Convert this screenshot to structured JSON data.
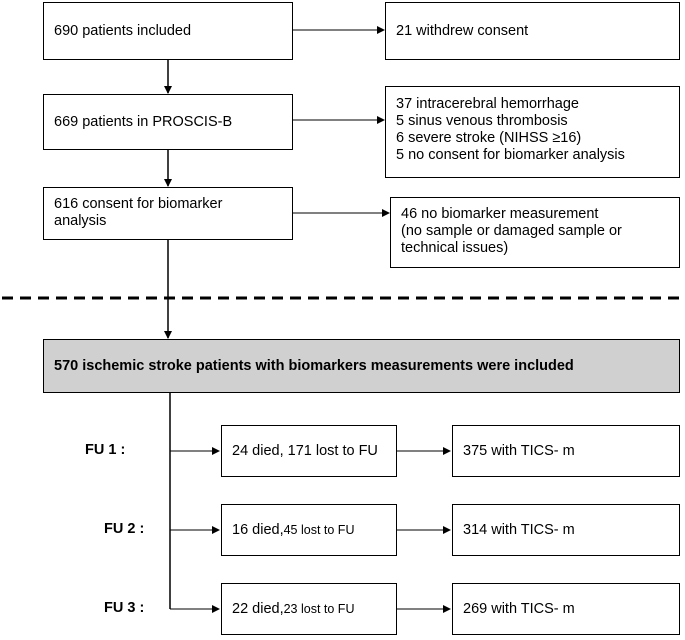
{
  "top_section": {
    "included": "690 patients included",
    "withdrew": "21 withdrew consent",
    "proscis": "669 patients in PROSCIS-B",
    "exclusions": [
      "37 intracerebral hemorrhage",
      "5 sinus venous thrombosis",
      "6 severe stroke (NIHSS ≥16)",
      "5 no consent for biomarker analysis"
    ],
    "consent_lines": [
      "616 consent for biomarker",
      "analysis"
    ],
    "no_measurement_lines": [
      "46 no biomarker measurement",
      "(no sample or damaged sample or",
      "technical issues)"
    ]
  },
  "final_cohort": "570 ischemic stroke patients with biomarkers measurements were included",
  "followups": [
    {
      "label": "FU 1 :",
      "died": "24 died, 171 lost to FU",
      "died_suffix": "",
      "result": "375 with TICS- m"
    },
    {
      "label": "FU 2 :",
      "died": "16 died, ",
      "died_suffix": "45 lost to FU",
      "result": "314 with TICS- m"
    },
    {
      "label": "FU 3 :",
      "died": "22 died, ",
      "died_suffix": "23 lost to FU",
      "result": "269 with TICS- m"
    }
  ]
}
